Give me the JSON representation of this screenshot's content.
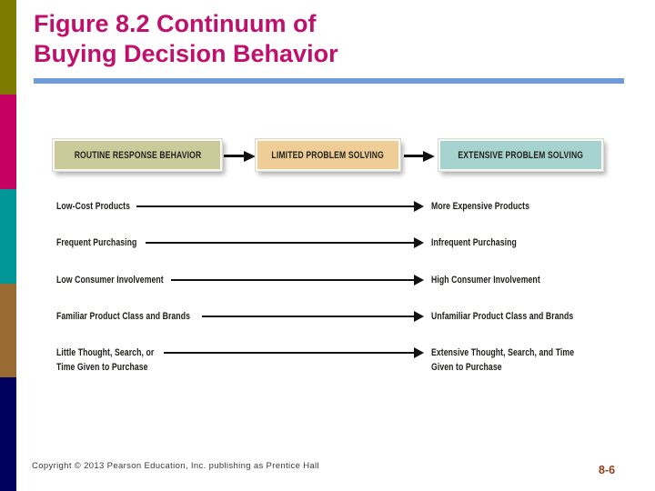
{
  "slide": {
    "title": "Figure 8.2 Continuum of\nBuying Decision Behavior",
    "footer": "Copyright © 2013 Pearson Education, Inc. publishing as Prentice Hall",
    "page_number": "8-6"
  },
  "colors": {
    "title_text": "#c0106e",
    "title_rule": "#6f9cd9",
    "sidebar_olive": "#7d7b00",
    "sidebar_magenta": "#c60062",
    "sidebar_teal": "#009597",
    "sidebar_brown": "#9a6a33",
    "sidebar_navy": "#00005f",
    "box_routine_fill": "#cbca9b",
    "box_limited_fill": "#eecd96",
    "box_extensive_fill": "#a6d3d0",
    "arrow_black": "#111111",
    "page_number_color": "#8e3c20"
  },
  "diagram": {
    "stages": [
      {
        "label": "ROUTINE RESPONSE BEHAVIOR"
      },
      {
        "label": "LIMITED PROBLEM SOLVING"
      },
      {
        "label": "EXTENSIVE PROBLEM SOLVING"
      }
    ],
    "rows": [
      {
        "left": "Low-Cost Products",
        "right": "More Expensive Products"
      },
      {
        "left": "Frequent Purchasing",
        "right": "Infrequent Purchasing"
      },
      {
        "left": "Low Consumer Involvement",
        "right": "High Consumer Involvement"
      },
      {
        "left": "Familiar Product Class and Brands",
        "right": "Unfamiliar Product Class and Brands"
      },
      {
        "left": "Little Thought, Search, or\nTime Given to Purchase",
        "right": "Extensive Thought, Search, and Time\nGiven to Purchase"
      }
    ]
  }
}
